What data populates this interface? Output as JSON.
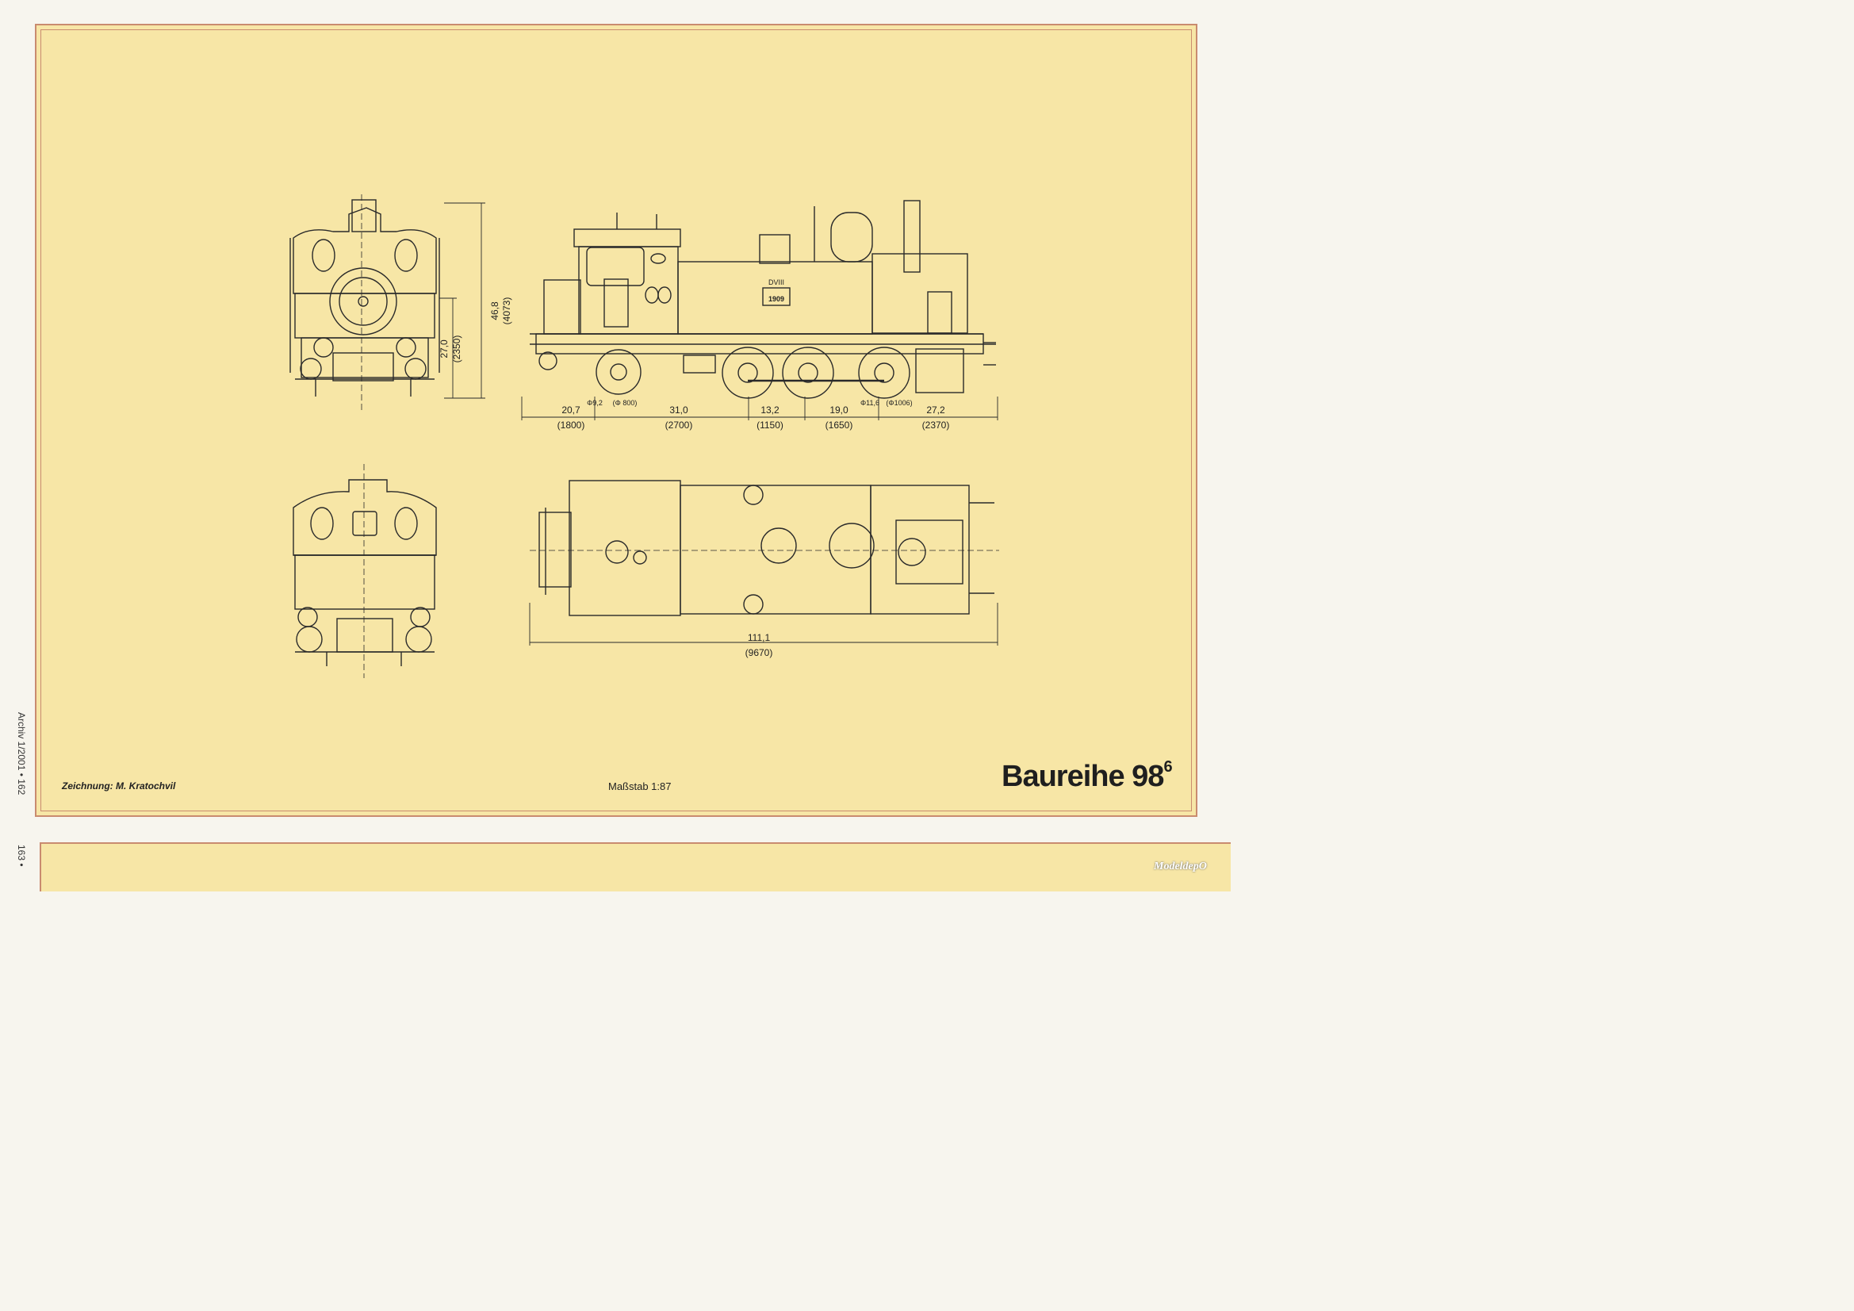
{
  "drawing": {
    "credit": "Zeichnung: M. Kratochvil",
    "scale": "Maßstab 1:87",
    "series_title": "Baureihe 98",
    "series_superscript": "6",
    "page_ref": "Archiv 1/2001 • 162",
    "page_num_next": "163 •",
    "watermark": "ModeldepO",
    "loco_plate": "1909",
    "loco_lettering": "DVIII"
  },
  "dimensions": {
    "front_height": "46,8",
    "front_height_mm": "(4073)",
    "front_axle_height": "27,0",
    "front_axle_height_mm": "(2350)",
    "wheel_small": "Φ9,2",
    "wheel_small_mm": "(Φ 800)",
    "wheel_large": "Φ11,6",
    "wheel_large_mm": "(Φ1006)",
    "seg1": "20,7",
    "seg1_mm": "(1800)",
    "seg2": "31,0",
    "seg2_mm": "(2700)",
    "seg3": "13,2",
    "seg3_mm": "(1150)",
    "seg4": "19,0",
    "seg4_mm": "(1650)",
    "seg5": "27,2",
    "seg5_mm": "(2370)",
    "overall": "111,1",
    "overall_mm": "(9670)"
  }
}
